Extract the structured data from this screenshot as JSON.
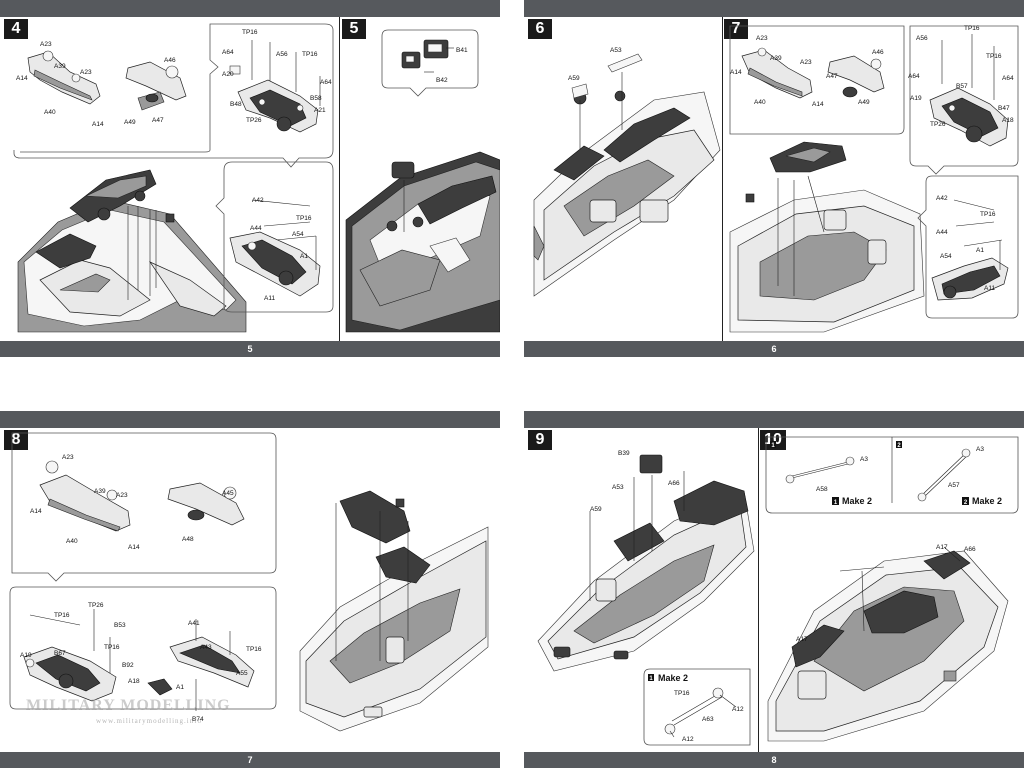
{
  "pages": [
    {
      "page_number": "5",
      "steps": [
        "4",
        "5"
      ]
    },
    {
      "page_number": "6",
      "steps": [
        "6",
        "7"
      ]
    },
    {
      "page_number": "7",
      "steps": [
        "8"
      ]
    },
    {
      "page_number": "8",
      "steps": [
        "9",
        "10"
      ]
    }
  ],
  "step4": {
    "group1": [
      "A23",
      "A39",
      "A23",
      "A14",
      "A40",
      "A14",
      "A46",
      "A49",
      "A47"
    ],
    "group2": [
      "TP16",
      "A64",
      "A56",
      "TP16",
      "A20",
      "A64",
      "B48",
      "B58",
      "TP26",
      "A21"
    ],
    "group3": [
      "A42",
      "TP16",
      "A44",
      "A54",
      "A1",
      "A11"
    ]
  },
  "step5": {
    "labels": [
      "B41",
      "B42"
    ]
  },
  "step6": {
    "labels": [
      "A53",
      "A59"
    ]
  },
  "step7": {
    "group1": [
      "A23",
      "A39",
      "A23",
      "A14",
      "A40",
      "A14",
      "A46",
      "A47",
      "A49"
    ],
    "group2": [
      "A56",
      "TP16",
      "TP16",
      "A64",
      "A64",
      "B57",
      "A19",
      "B47",
      "TP26",
      "A18"
    ],
    "group3": [
      "A42",
      "TP16",
      "A44",
      "A54",
      "A1",
      "A11"
    ]
  },
  "step8": {
    "group1": [
      "A23",
      "A39",
      "A23",
      "A14",
      "A40",
      "A14",
      "A45",
      "A48"
    ],
    "group2": [
      "TP26",
      "TP16",
      "B53",
      "A19",
      "B67",
      "TP16",
      "B92",
      "A18"
    ],
    "group3": [
      "A41",
      "A43",
      "TP16",
      "A55",
      "A1",
      "B74"
    ]
  },
  "step9": {
    "labels": [
      "B39",
      "A53",
      "A66",
      "A59"
    ],
    "make_label": "Make 2",
    "inset_labels": [
      "TP16",
      "A12",
      "A63",
      "A12"
    ]
  },
  "step10": {
    "sub1": {
      "labels": [
        "A3",
        "A58"
      ],
      "make_label": "Make 2"
    },
    "sub2": {
      "labels": [
        "A3",
        "A57"
      ],
      "make_label": "Make 2"
    },
    "main_labels": [
      "A17",
      "A66",
      "A17"
    ]
  },
  "watermark": {
    "title": "MILITARY MODELLING",
    "url": "www.militarymodelling.info"
  }
}
